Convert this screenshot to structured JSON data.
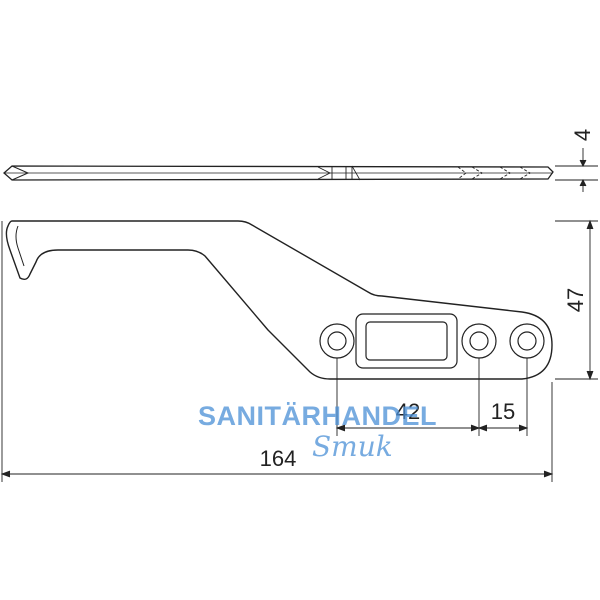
{
  "dimensions": {
    "thickness": "4",
    "height": "47",
    "hole_distance": "42",
    "hole_spacing": "15",
    "overall_length": "164"
  },
  "watermark": {
    "line1": "SANITÄRHANDEL",
    "line2": "Smuk",
    "color": "#4a8fd6"
  },
  "colors": {
    "line": "#222222"
  }
}
